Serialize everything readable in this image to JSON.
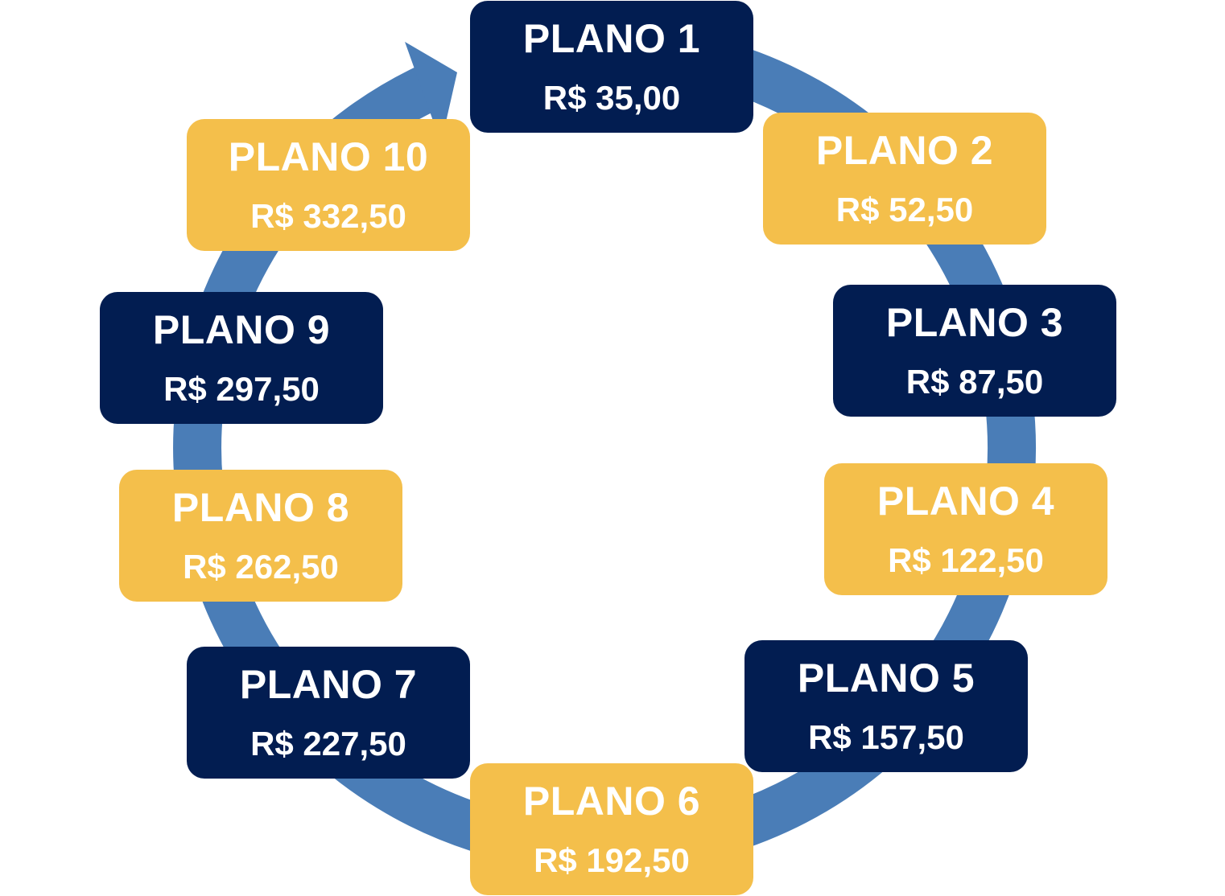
{
  "colors": {
    "dark_box": "#021d51",
    "gold_box": "#f4bf4b",
    "ring": "#4a7db7",
    "text": "#ffffff"
  },
  "plans": [
    {
      "name": "PLANO 1",
      "price": "R$ 35,00",
      "style": "dark"
    },
    {
      "name": "PLANO 2",
      "price": "R$ 52,50",
      "style": "gold"
    },
    {
      "name": "PLANO 3",
      "price": "R$ 87,50",
      "style": "dark"
    },
    {
      "name": "PLANO 4",
      "price": "R$ 122,50",
      "style": "gold"
    },
    {
      "name": "PLANO 5",
      "price": "R$ 157,50",
      "style": "dark"
    },
    {
      "name": "PLANO 6",
      "price": "R$ 192,50",
      "style": "gold"
    },
    {
      "name": "PLANO 7",
      "price": "R$ 227,50",
      "style": "dark"
    },
    {
      "name": "PLANO 8",
      "price": "R$ 262,50",
      "style": "gold"
    },
    {
      "name": "PLANO 9",
      "price": "R$ 297,50",
      "style": "dark"
    },
    {
      "name": "PLANO 10",
      "price": "R$ 332,50",
      "style": "gold"
    }
  ]
}
